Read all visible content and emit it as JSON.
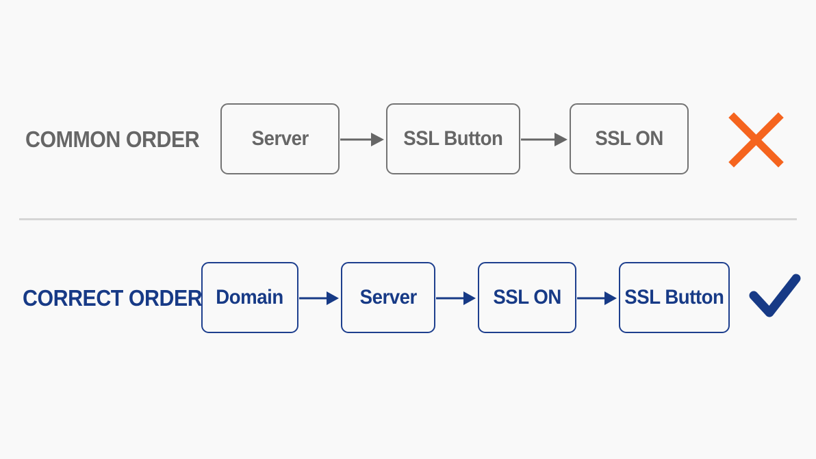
{
  "common_row": {
    "label": "COMMON ORDER",
    "steps": [
      "Server",
      "SSL Button",
      "SSL ON"
    ],
    "result_icon": "cross-icon",
    "color": "#666666",
    "result_color": "#f5641e"
  },
  "correct_row": {
    "label": "CORRECT ORDER",
    "steps": [
      "Domain",
      "Server",
      "SSL ON",
      "SSL Button"
    ],
    "result_icon": "checkmark-icon",
    "color": "#173a86",
    "result_color": "#173a86"
  }
}
